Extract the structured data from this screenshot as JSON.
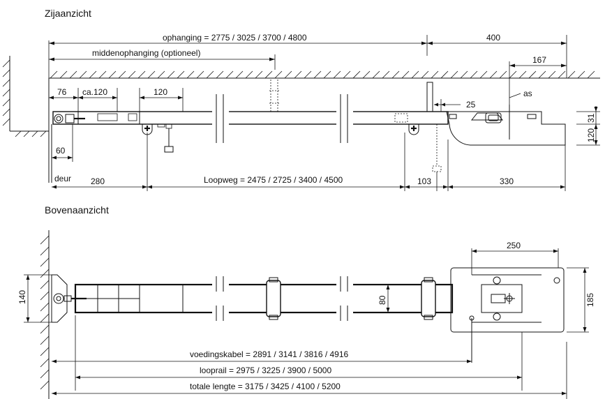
{
  "views": {
    "side_title": "Zijaanzicht",
    "top_title": "Bovenaanzicht"
  },
  "side": {
    "ophanging": "ophanging = 2775 / 3025 / 3700 / 4800",
    "dim_400": "400",
    "middenophanging": "middenophanging (optioneel)",
    "dim_167": "167",
    "dim_76": "76",
    "dim_ca120": "ca.120",
    "dim_120": "120",
    "dim_25": "25",
    "label_as": "as",
    "dim_31": "31",
    "dim_120_v": "120",
    "dim_60": "60",
    "label_deur": "deur",
    "dim_280": "280",
    "loopweg": "Loopweg = 2475 / 2725 / 3400 / 4500",
    "dim_103": "103",
    "dim_330": "330"
  },
  "top": {
    "dim_250": "250",
    "dim_140": "140",
    "dim_80": "80",
    "dim_185": "185",
    "voedingskabel": "voedingskabel = 2891 / 3141 / 3816 / 4916",
    "looprail": "looprail = 2975 / 3225 / 3900 / 5000",
    "totale_lengte": "totale lengte = 3175 / 3425 / 4100 / 5200"
  }
}
